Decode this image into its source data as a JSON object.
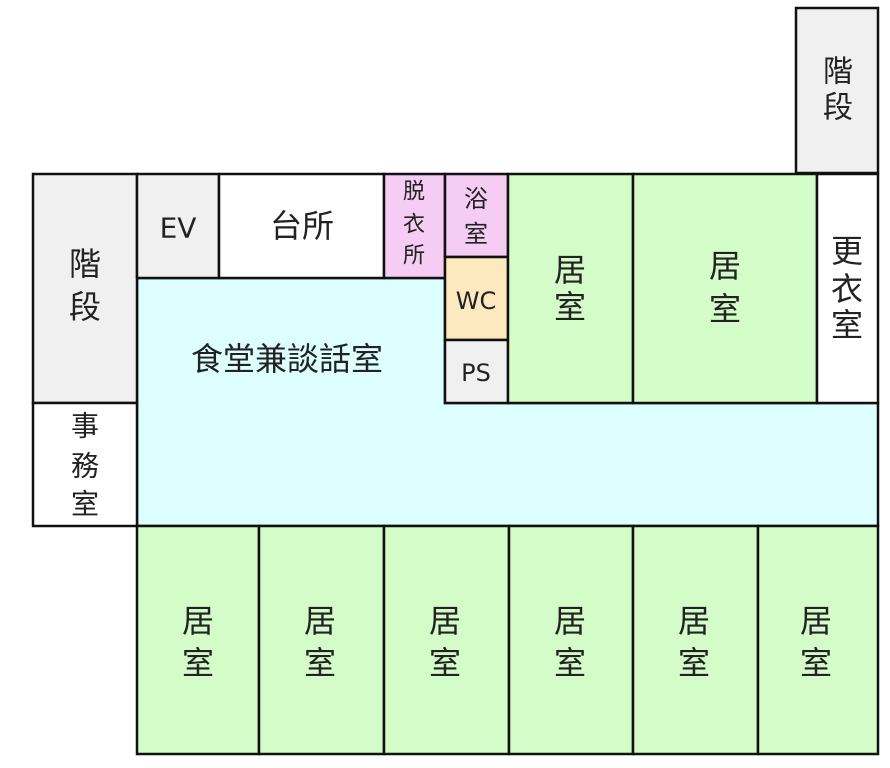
{
  "colors": {
    "stair": "#f0f0f0",
    "white": "#ffffff",
    "changing": "#f4ccf4",
    "wc": "#fde9c0",
    "resident": "#d4fcc8",
    "dining": "#ddffff"
  },
  "rooms": {
    "stairs_top": {
      "line1": "階",
      "line2": "段"
    },
    "stairs_left": {
      "line1": "階",
      "line2": "段"
    },
    "ev": "EV",
    "kitchen": "台所",
    "dressing": {
      "line1": "脱",
      "line2": "衣",
      "line3": "所"
    },
    "bath": {
      "line1": "浴",
      "line2": "室"
    },
    "wc": "WC",
    "ps": "PS",
    "dining": "食堂兼談話室",
    "office": {
      "line1": "事",
      "line2": "務",
      "line3": "室"
    },
    "locker": {
      "line1": "更",
      "line2": "衣",
      "line3": "室"
    },
    "resident": {
      "line1": "居",
      "line2": "室"
    }
  }
}
